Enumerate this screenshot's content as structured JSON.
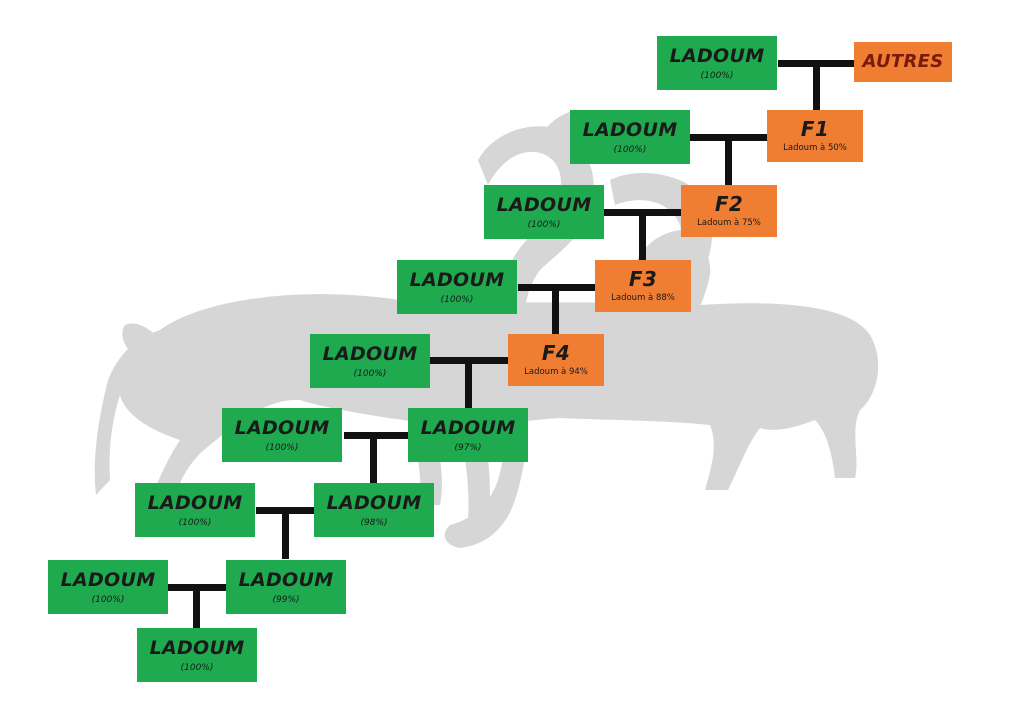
{
  "diagram": {
    "top": {
      "ladoum": "LADOUM",
      "ladoum_pct": "(100%)",
      "other": "AUTRES"
    },
    "crosses": [
      {
        "parent": "LADOUM",
        "parent_pct": "(100%)",
        "child": "F1",
        "child_pct": "Ladoum à 50%"
      },
      {
        "parent": "LADOUM",
        "parent_pct": "(100%)",
        "child": "F2",
        "child_pct": "Ladoum à 75%"
      },
      {
        "parent": "LADOUM",
        "parent_pct": "(100%)",
        "child": "F3",
        "child_pct": "Ladoum à 88%"
      },
      {
        "parent": "LADOUM",
        "parent_pct": "(100%)",
        "child": "F4",
        "child_pct": "Ladoum à 94%"
      },
      {
        "parent": "LADOUM",
        "parent_pct": "(100%)",
        "child": "LADOUM",
        "child_pct": "(97%)"
      },
      {
        "parent": "LADOUM",
        "parent_pct": "(100%)",
        "child": "LADOUM",
        "child_pct": "(98%)"
      },
      {
        "parent": "LADOUM",
        "parent_pct": "(100%)",
        "child": "LADOUM",
        "child_pct": "(99%)"
      },
      {
        "parent": "LADOUM",
        "parent_pct": "(100%)",
        "child": "LADOUM",
        "child_pct": "(100%)"
      }
    ]
  },
  "colors": {
    "ladoum_green": "#1faa4f",
    "cross_orange": "#ef7e33",
    "connector": "#111111",
    "silhouette": "#d6d6d6"
  },
  "background_image": "ram-silhouette-icon"
}
